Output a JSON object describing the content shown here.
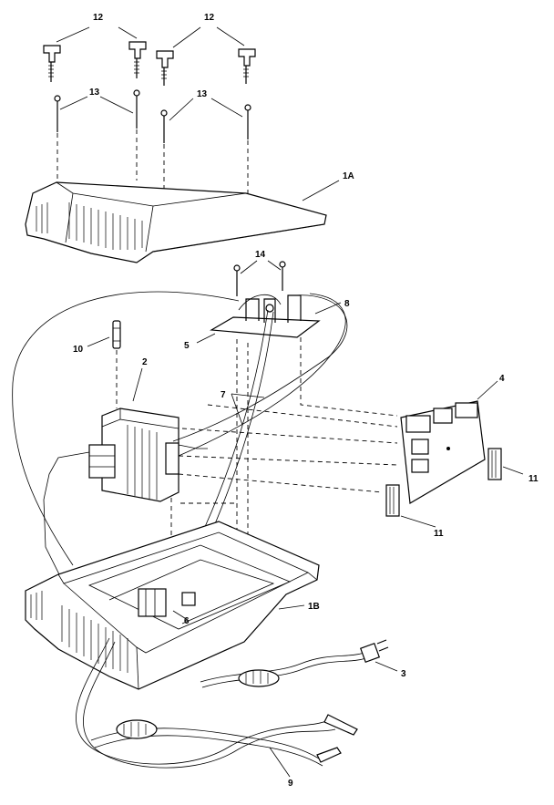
{
  "callouts": {
    "c12a": "12",
    "c12b": "12",
    "c13a": "13",
    "c13b": "13",
    "c1A": "1A",
    "c14": "14",
    "c8": "8",
    "c5": "5",
    "c10": "10",
    "c2": "2",
    "c7": "7",
    "c4": "4",
    "c11a": "11",
    "c11b": "11",
    "c6": "6",
    "c1B": "1B",
    "c3": "3",
    "c9": "9"
  }
}
